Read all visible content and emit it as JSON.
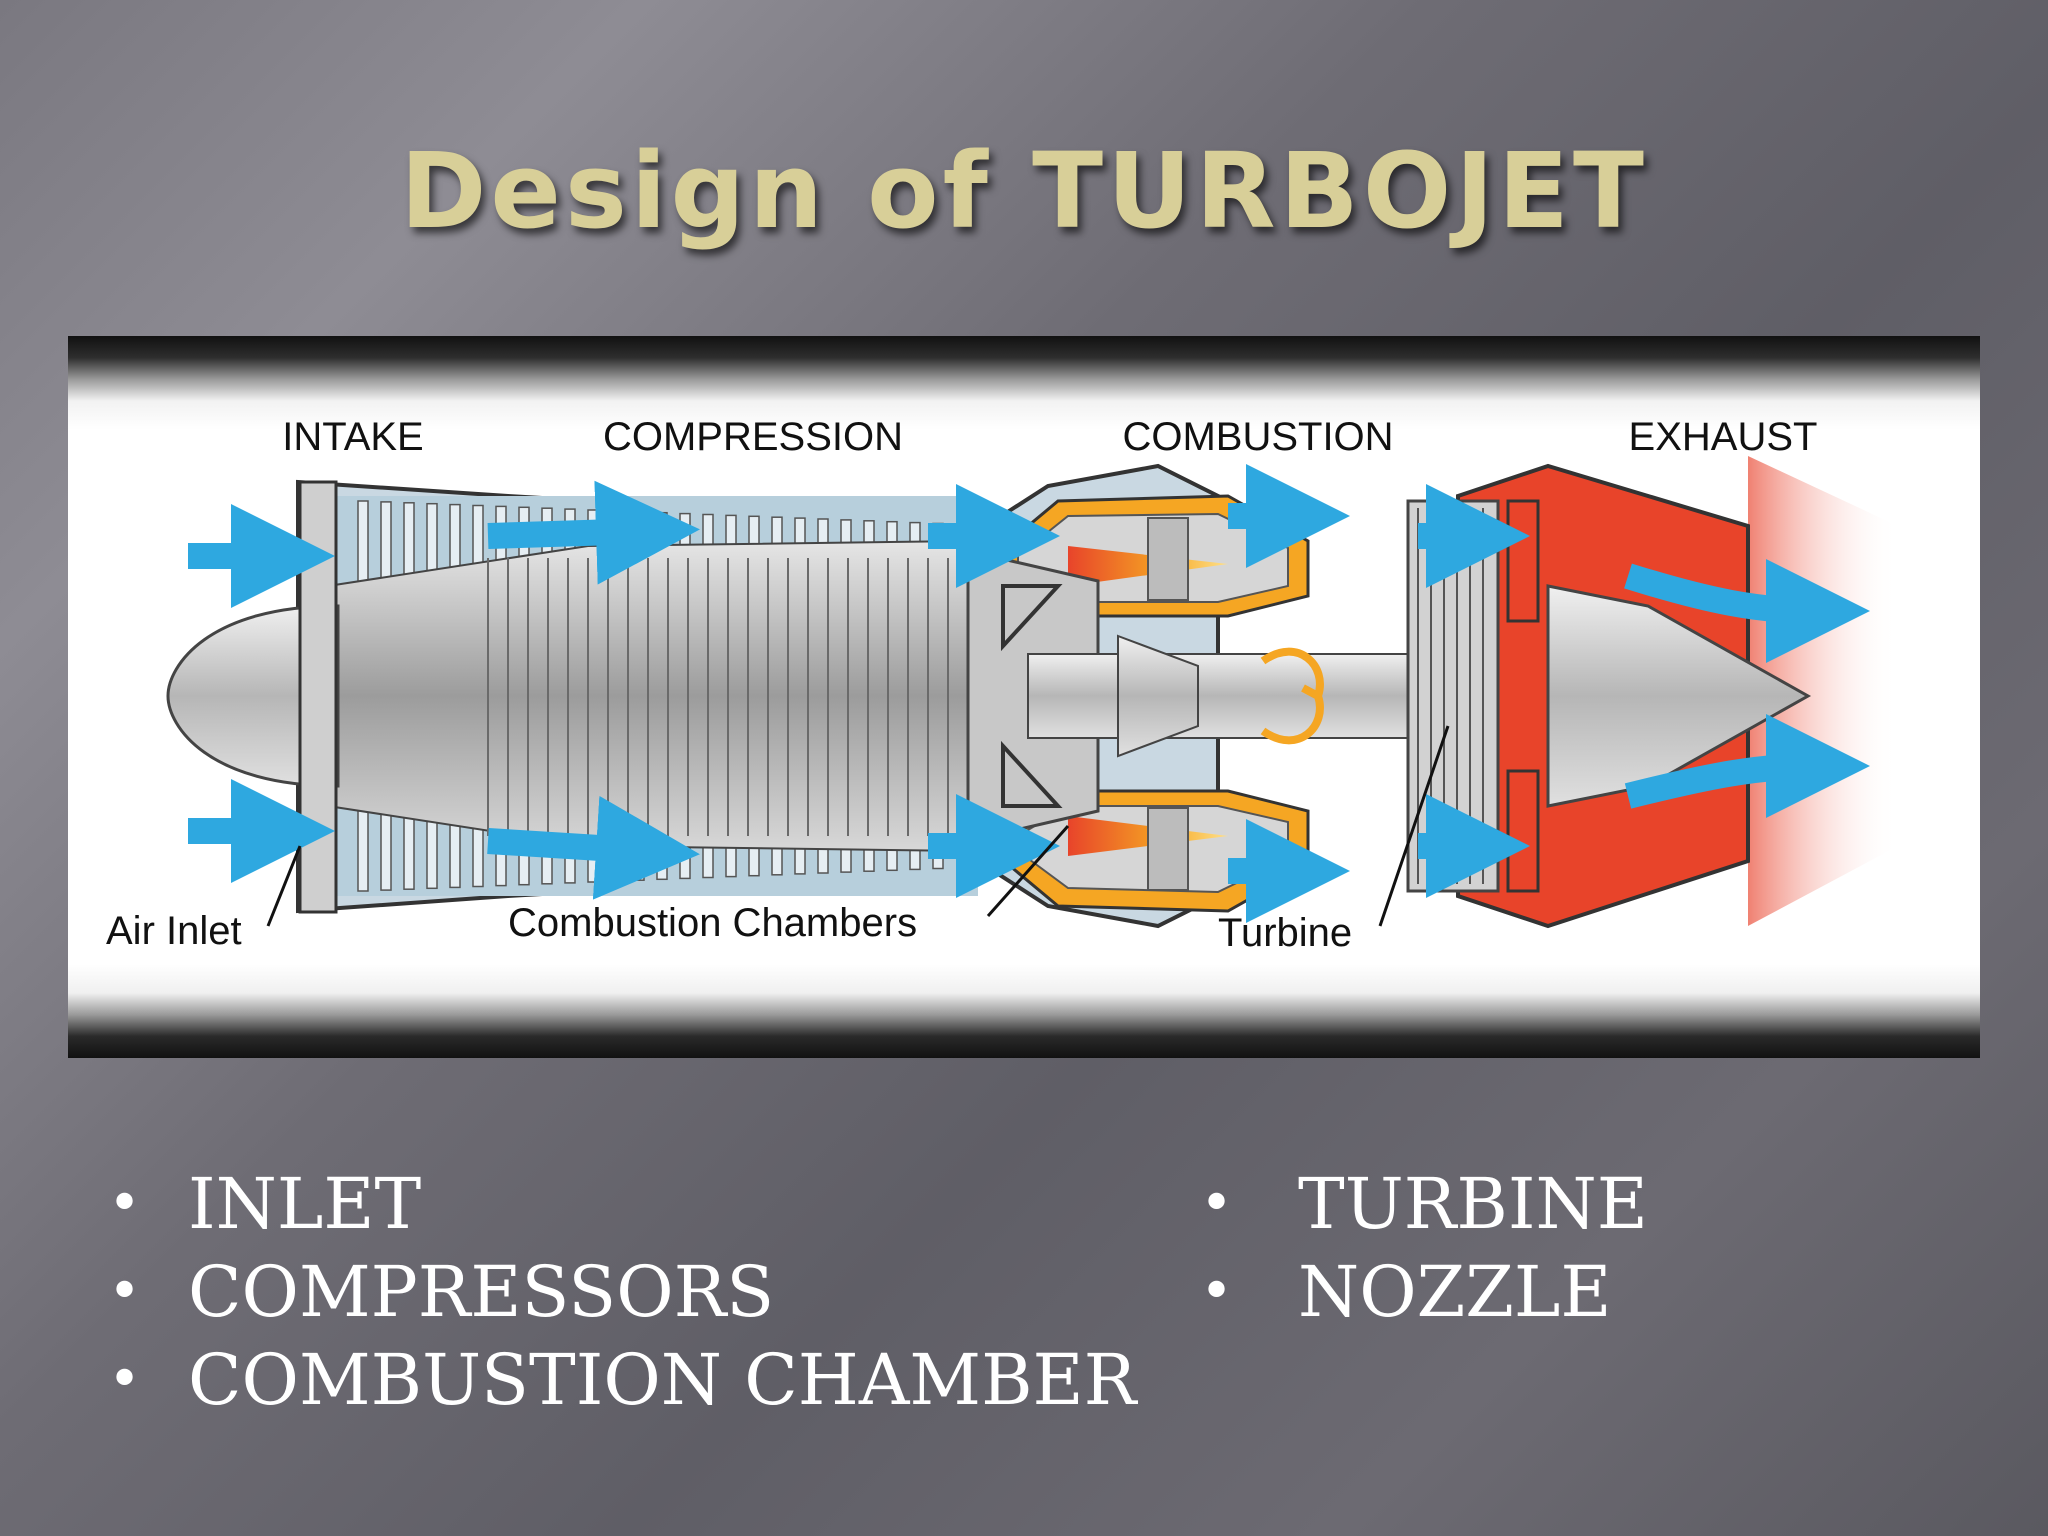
{
  "slide": {
    "title": "Design of TURBOJET"
  },
  "diagram": {
    "section_labels": [
      "INTAKE",
      "COMPRESSION",
      "COMBUSTION",
      "EXHAUST"
    ],
    "callouts": {
      "air_inlet": "Air Inlet",
      "combustion_chambers": "Combustion Chambers",
      "turbine": "Turbine"
    },
    "colors": {
      "airflow": "#2ea8e0",
      "exhaust": "#e8442a",
      "combustion": "#f5a623",
      "metal": "#a8a8a8"
    }
  },
  "bullets": {
    "left": [
      "INLET",
      "COMPRESSORS",
      "COMBUSTION CHAMBER"
    ],
    "right": [
      "TURBINE",
      "NOZZLE"
    ]
  }
}
